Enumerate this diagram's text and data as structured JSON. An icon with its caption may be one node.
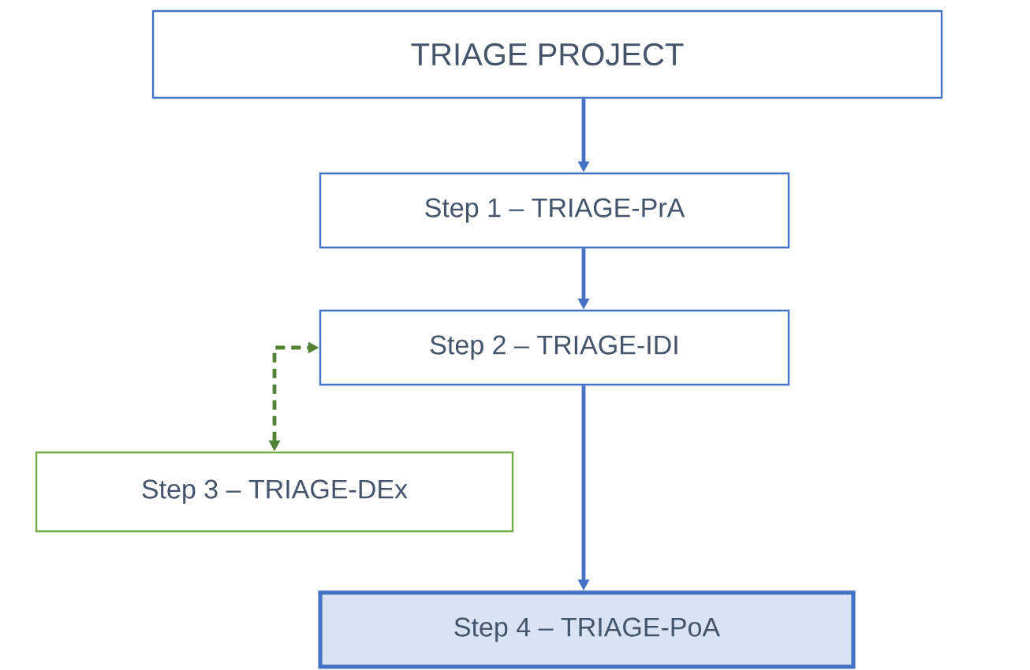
{
  "diagram": {
    "nodes": [
      {
        "text": [
          "TRIAGE PROJECT"
        ]
      },
      {
        "text": [
          "Step 1 – TRIAGE-PrA"
        ]
      },
      {
        "text": [
          "Step 2 – TRIAGE-IDI"
        ]
      },
      {
        "text": [
          "Step 3 – TRIAGE-DEx"
        ]
      },
      {
        "text": [
          "Step 4 – TRIAGE-PoA"
        ]
      }
    ],
    "edges": [
      {
        "from": 0,
        "to": 1,
        "arrow": "to"
      },
      {
        "from": 1,
        "to": 2,
        "arrow": "to"
      },
      {
        "from": 3,
        "to": 2,
        "arrow": "both",
        "style": "dashed",
        "color": "#548235"
      },
      {
        "from": 2,
        "to": 4,
        "arrow": "to"
      }
    ]
  }
}
